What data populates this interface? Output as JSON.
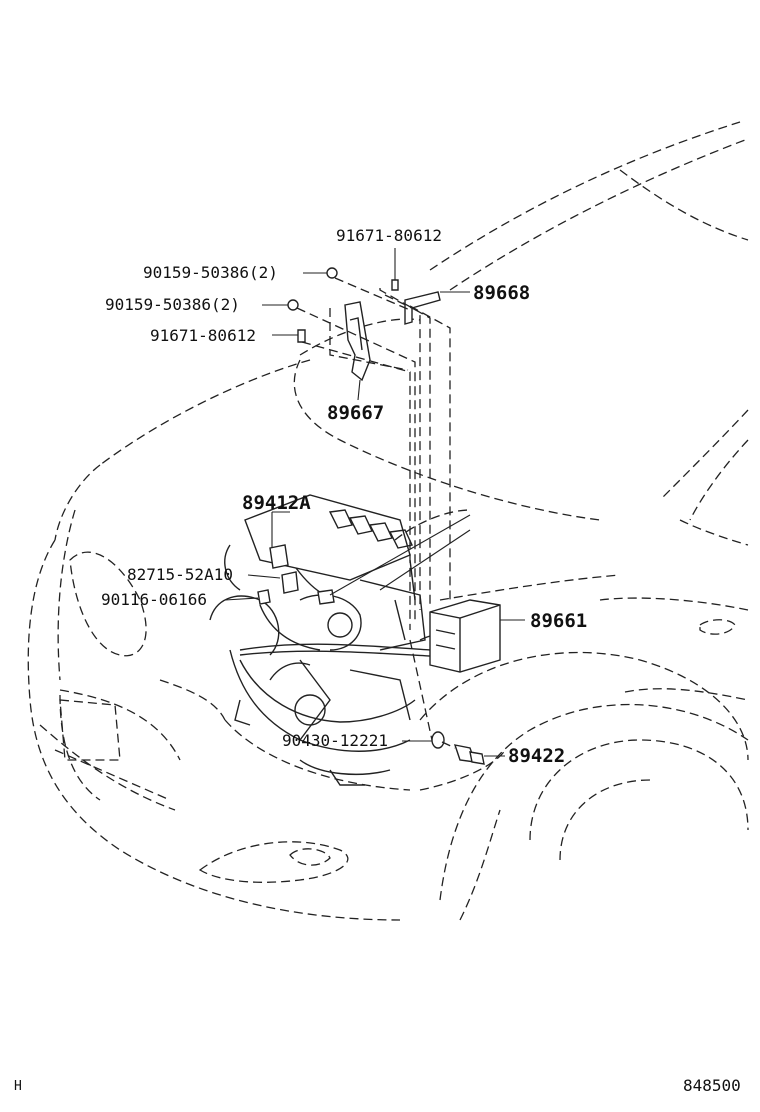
{
  "callouts": [
    {
      "id": "c1",
      "text": "91671-80612"
    },
    {
      "id": "c2",
      "text": "90159-50386(2)"
    },
    {
      "id": "c3",
      "text": "89668"
    },
    {
      "id": "c4",
      "text": "90159-50386(2)"
    },
    {
      "id": "c5",
      "text": "91671-80612"
    },
    {
      "id": "c6",
      "text": "89667"
    },
    {
      "id": "c7",
      "text": "89412A"
    },
    {
      "id": "c8",
      "text": "82715-52A10"
    },
    {
      "id": "c9",
      "text": "90116-06166"
    },
    {
      "id": "c10",
      "text": "89661"
    },
    {
      "id": "c11",
      "text": "90430-12221"
    },
    {
      "id": "c12",
      "text": "89422"
    }
  ],
  "footer": {
    "left_mark": "H",
    "drawing_number": "848500"
  }
}
